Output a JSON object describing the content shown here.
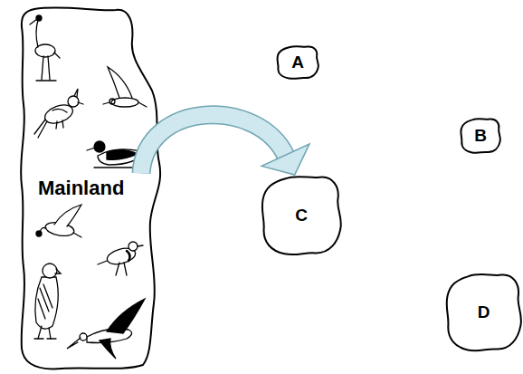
{
  "diagram": {
    "nodes": [
      {
        "text": [
          "Mainland"
        ]
      },
      {
        "text": [
          "A"
        ]
      },
      {
        "text": [
          "B"
        ]
      },
      {
        "text": [
          "C"
        ]
      },
      {
        "text": [
          "D"
        ]
      }
    ],
    "edges": [
      {
        "from": 0,
        "to": 3,
        "arrow": "to"
      }
    ]
  }
}
